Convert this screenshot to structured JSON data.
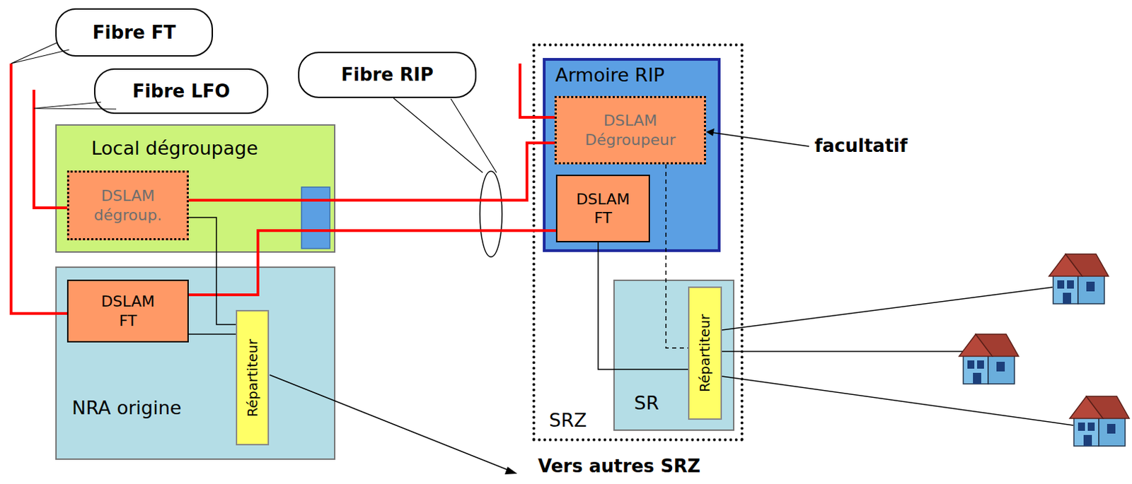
{
  "diagram": {
    "nodes": [
      {
        "text": [
          "Fibre FT"
        ]
      },
      {
        "text": [
          "Fibre LFO"
        ]
      },
      {
        "text": [
          "Fibre RIP"
        ]
      },
      {
        "text": [
          "Local dégroupage"
        ]
      },
      {
        "text": [
          "DSLAM dégroup."
        ],
        "in": 3
      },
      {
        "text": [
          "NRA origine"
        ]
      },
      {
        "text": [
          "DSLAM FT"
        ],
        "in": 5
      },
      {
        "text": [
          "Répartiteur"
        ],
        "in": 5
      },
      {
        "text": [
          "SRZ"
        ]
      },
      {
        "text": [
          "Armoire RIP"
        ],
        "in": 8
      },
      {
        "text": [
          "DSLAM Dégroupeur"
        ],
        "in": 9
      },
      {
        "text": [
          "DSLAM FT"
        ],
        "in": 9
      },
      {
        "text": [
          "SR"
        ],
        "in": 8
      },
      {
        "text": [
          "Répartiteur"
        ],
        "in": 12
      }
    ],
    "edges": [
      {
        "from": 4,
        "to": 10,
        "arrow": "none"
      },
      {
        "from": 6,
        "to": 11,
        "arrow": "none"
      },
      {
        "from": 4,
        "to": 7,
        "arrow": "none"
      },
      {
        "from": 6,
        "to": 7,
        "arrow": "none"
      },
      {
        "from": 11,
        "to": 13,
        "arrow": "none"
      },
      {
        "from": 10,
        "to": 13,
        "arrow": "none"
      }
    ],
    "labels": [
      "facultatif",
      "Vers autres SRZ"
    ]
  }
}
